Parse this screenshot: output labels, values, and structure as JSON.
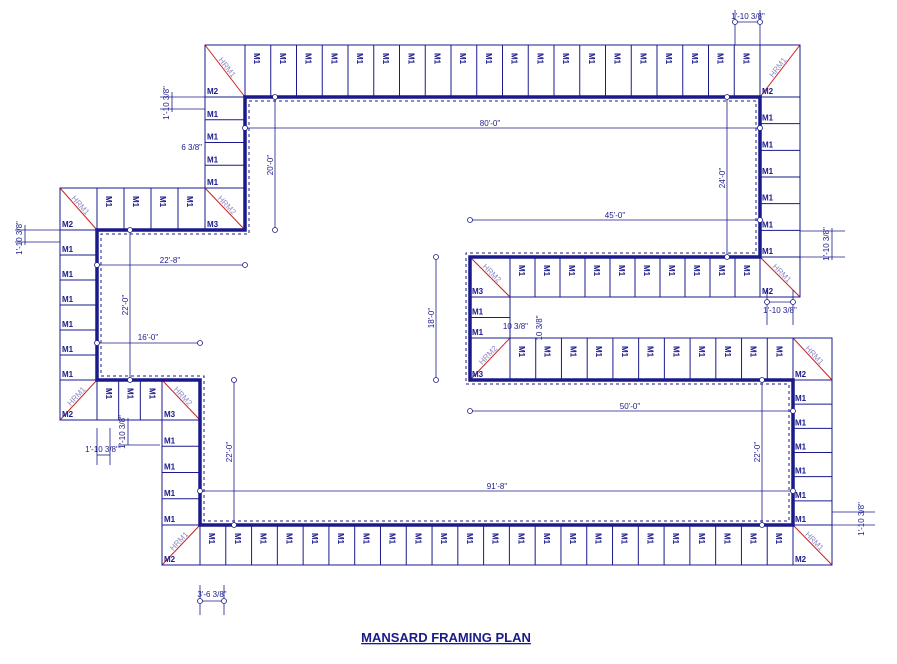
{
  "title": "MANSARD FRAMING PLAN",
  "tile_labels": {
    "main": "M1",
    "corner": "M2",
    "inner_corner": "M3",
    "hip": "HRM1",
    "hip_inner": "HRM2"
  },
  "dimensions": {
    "top_length": "80'-0\"",
    "upper_left_depth": "20'-0\"",
    "upper_right_depth": "24'-0\"",
    "middle_length": "45'-0\"",
    "left_wing_width": "22'-8\"",
    "left_wing_depth": "22'-0\"",
    "left_wing_lower_width": "16'-0\"",
    "middle_depth": "18'-0\"",
    "lower_length": "50'-0\"",
    "lower_left_depth": "22'-0\"",
    "lower_right_depth": "22'-0\"",
    "bottom_length": "91'-8\"",
    "overhang_top_right": "1'-10 3/8\"",
    "overhang_upper_left": "1'-10 3/8\"",
    "offset_upper_left": "6 3/8\"",
    "overhang_left_wing": "1'-10 3/8\"",
    "overhang_right": "1'-10 3/8\"",
    "overhang_middle_right": "1'-10 3/8\"",
    "gap_middle_h": "10 3/8\"",
    "gap_middle_v": "10 3/8\"",
    "overhang_lower_left_v": "1'-10 3/8\"",
    "overhang_lower_left_h": "1'-10 3/8\"",
    "overhang_bottom_right": "1'-10 3/8\"",
    "bottom_tile_width": "3'-6 3/8\""
  },
  "colors": {
    "line": "#1a1a8c",
    "hip_line": "#cc2222",
    "hip_text": "#8a8ac8"
  }
}
